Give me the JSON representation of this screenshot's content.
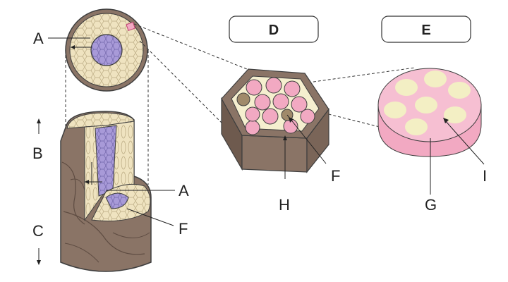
{
  "boxes": {
    "d": "D",
    "e": "E"
  },
  "labels": {
    "a_top": "A",
    "b": "B",
    "c": "C",
    "a_mid": "A",
    "f_left": "F",
    "f_hex": "F",
    "h": "H",
    "g": "G",
    "i": "I"
  },
  "colors": {
    "bark": "#8a7466",
    "bark_dark": "#6e5a4e",
    "cortex": "#efe3c0",
    "core": "#a89ad8",
    "fiber": "#f2a9c2",
    "fiber_inner": "#f3efc4",
    "hex_fill": "#f5efcf"
  }
}
